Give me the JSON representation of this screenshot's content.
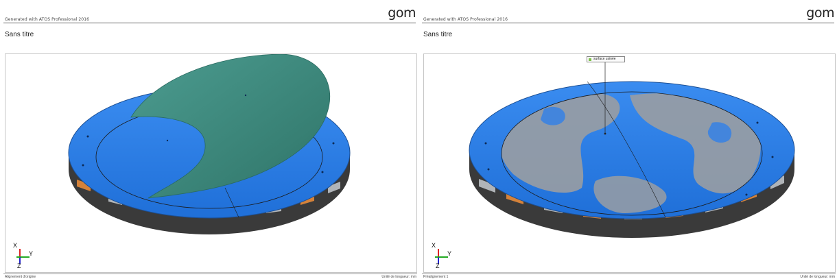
{
  "reports": [
    {
      "generated_text": "Generated with ATOS Professional 2016",
      "logo": "gom",
      "title": "Sans titre",
      "footer_left": "Alignement d'origine",
      "footer_right": "Unité de longueur: mm",
      "axes": {
        "x": "X",
        "y": "Y",
        "z": "Z"
      }
    },
    {
      "generated_text": "Generated with ATOS Professional 2016",
      "logo": "gom",
      "title": "Sans titre",
      "label_tag": "surface usinée",
      "footer_left": "Préalignement 1",
      "footer_right": "Unité de longueur: mm",
      "axes": {
        "x": "X",
        "y": "Y",
        "z": "Z"
      }
    }
  ],
  "colors": {
    "disk_blue": "#2f80e8",
    "green_surface": "#3f8e82",
    "scan_gray": "#9a9da2",
    "base_dark": "#3a3a3a",
    "base_orange": "#d4823a",
    "label_swatch": "#7ec24a"
  }
}
